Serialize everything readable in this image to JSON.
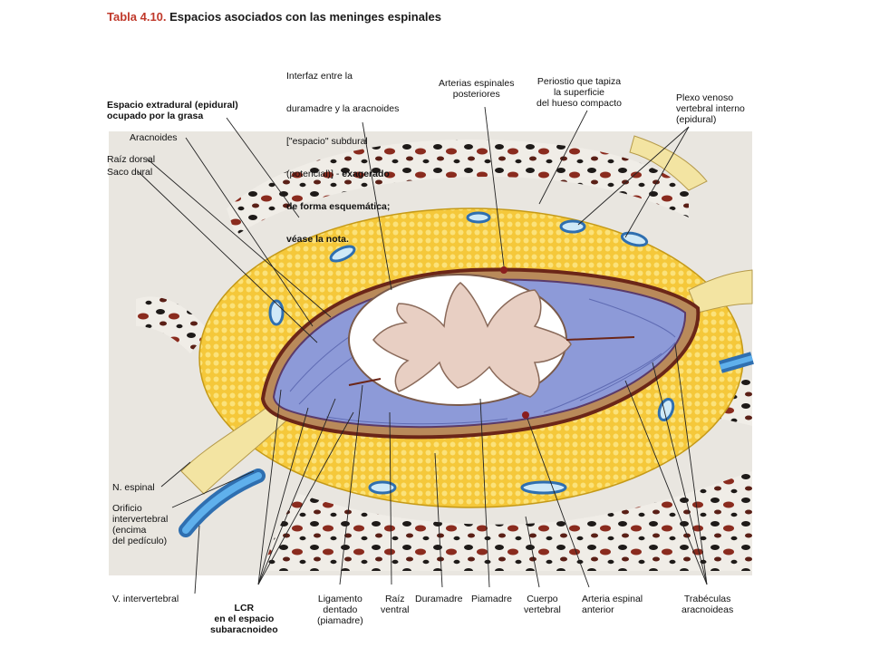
{
  "title": {
    "number": "Tabla 4.10.",
    "text": "Espacios asociados con las meninges espinales"
  },
  "labels": {
    "interfaz_l1": "Interfaz entre la",
    "interfaz_l2": "duramadre y la aracnoides",
    "interfaz_l3": "[\"espacio\" subdural",
    "interfaz_l4": "(potencial)] - ",
    "interfaz_l4b": "exagerado",
    "interfaz_l5": "de forma esquemática;",
    "interfaz_l6": "véase la nota.",
    "arterias_post": "Arterias espinales\nposteriores",
    "periostio": "Periostio que tapiza\nla superficie\ndel hueso compacto",
    "plexo": "Plexo venoso\nvertebral interno\n(epidural)",
    "espacio_extradural": "Espacio extradural (epidural)\nocupado por la grasa",
    "aracnoides": "Aracnoides",
    "raiz_dorsal": "Raíz dorsal",
    "saco_dural": "Saco dural",
    "n_espinal": "N. espinal",
    "orificio": "Orificio\nintervertebral\n(encima\ndel pedículo)",
    "v_intervertebral": "V. intervertebral",
    "lcr": "LCR\nen el espacio\nsubaracnoideo",
    "ligamento": "Ligamento\ndentado\n(piamadre)",
    "raiz_ventral": "Raíz\nventral",
    "duramadre": "Duramadre",
    "piamadre": "Piamadre",
    "cuerpo_vertebral": "Cuerpo\nvertebral",
    "arteria_anterior": "Arteria espinal\nanterior",
    "trabeculas": "Trabéculas\naracnoideas"
  },
  "colors": {
    "fat": "#f5c83a",
    "dura": "#8a3a2a",
    "subarachnoid": "#8d9ad8",
    "cord_white": "#ffffff",
    "gray_matter": "#ead0c4",
    "bone": "#eae6df",
    "marrow": "#6e2c22",
    "vein": "#3a8fd6",
    "nerve": "#f3e4a2"
  }
}
